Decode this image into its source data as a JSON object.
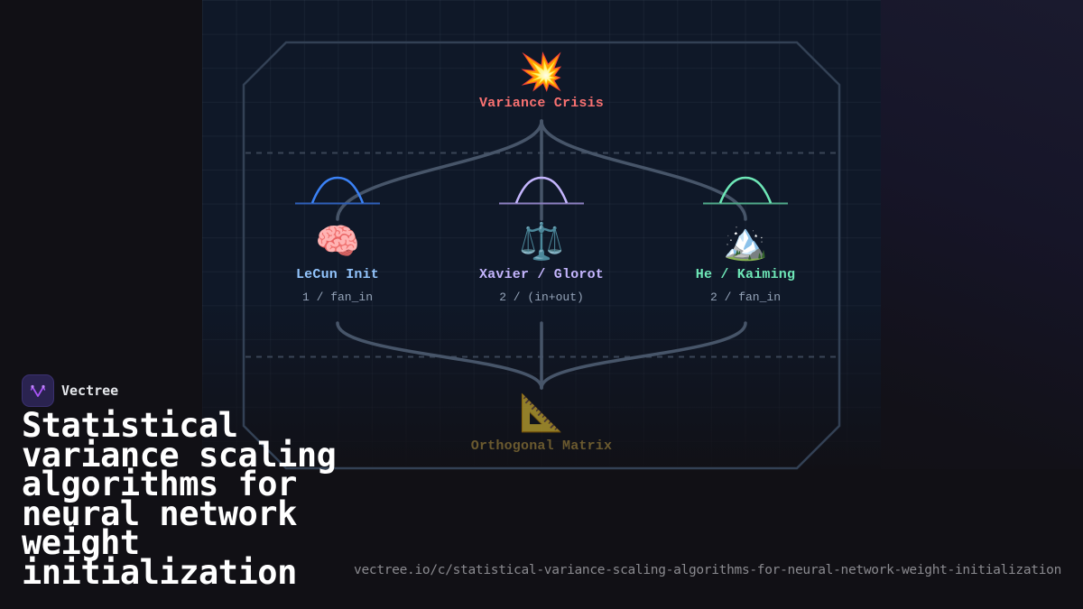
{
  "diagram": {
    "top_node": {
      "icon": "💥",
      "icon_name": "collision-icon",
      "label": "Variance Crisis",
      "color": "#f87171"
    },
    "methods": [
      {
        "icon": "🧠",
        "icon_name": "brain-icon",
        "label": "LeCun Init",
        "formula": "1 / fan_in",
        "curve_color": "#3b82f6",
        "label_color": "#93c5fd"
      },
      {
        "icon": "⚖️",
        "icon_name": "balance-scale-icon",
        "label": "Xavier / Glorot",
        "formula": "2 / (in+out)",
        "curve_color": "#c4b5fd",
        "label_color": "#c4b5fd"
      },
      {
        "icon": "🏔️",
        "icon_name": "mountain-icon",
        "label": "He / Kaiming",
        "formula": "2 / fan_in",
        "curve_color": "#6ee7b7",
        "label_color": "#6ee7b7"
      }
    ],
    "bottom_node": {
      "icon": "📐",
      "icon_name": "triangular-ruler-icon",
      "label": "Orthogonal Matrix",
      "color": "#6b5a2f"
    }
  },
  "brand": {
    "name": "Vectree"
  },
  "headline": "Statistical variance scaling algorithms for neural network weight initialization",
  "headline_lines": [
    "Statistical",
    "variance scaling",
    "algorithms for",
    "neural network",
    "weight",
    "initialization"
  ],
  "url": "vectree.io/c/statistical-variance-scaling-algorithms-for-neural-network-weight-initialization"
}
